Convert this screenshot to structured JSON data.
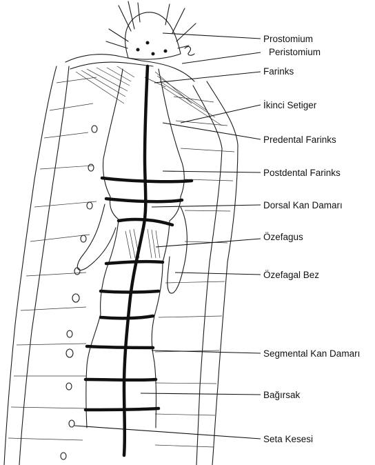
{
  "labels": {
    "prostomium": "Prostomium",
    "peristomium": "Peristomium",
    "farinks": "Farinks",
    "ikinci_setiger": "İkinci Setiger",
    "predental_farinks": "Predental Farinks",
    "postdental_farinks": "Postdental Farinks",
    "dorsal_kan_damari": "Dorsal Kan Damarı",
    "ozefagus": "Özefagus",
    "ozefagal_bez": "Özefagal Bez",
    "segmental_kan_damari": "Segmental Kan Damarı",
    "bagirsak": "Bağırsak",
    "seta_kesesi": "Seta Kesesi"
  },
  "colors": {
    "ink": "#1a1a1a",
    "background": "#ffffff"
  }
}
